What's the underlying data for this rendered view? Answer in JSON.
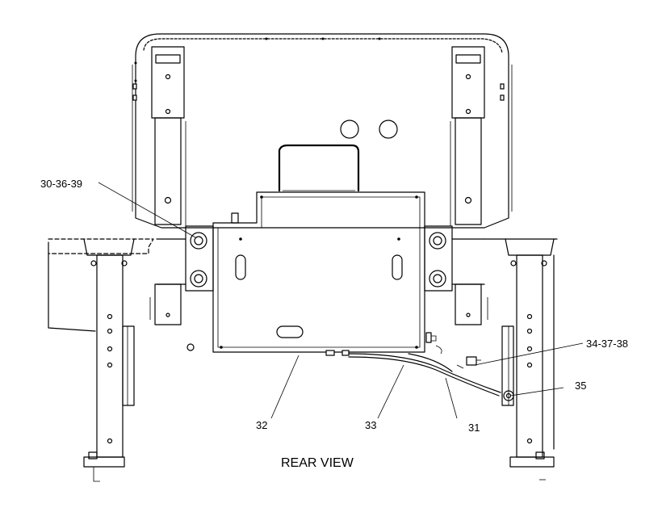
{
  "diagram": {
    "view_title": "REAR VIEW",
    "callouts": {
      "c1": "30-36-39",
      "c2": "34-37-38",
      "c3": "35",
      "c4": "32",
      "c5": "33",
      "c6": "31"
    }
  }
}
